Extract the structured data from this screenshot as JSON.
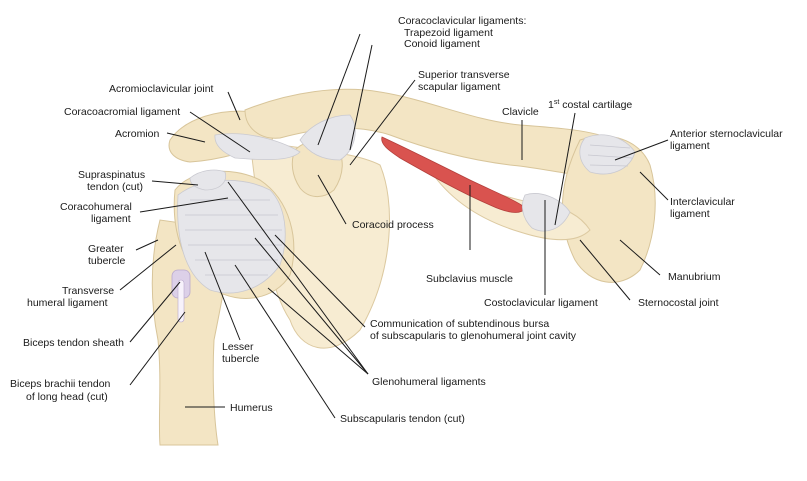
{
  "figure": {
    "labels": {
      "coracoclavicular": "Coracoclavicular ligaments:",
      "trapezoid": "Trapezoid ligament",
      "conoid": "Conoid ligament",
      "acromioclavicular_joint": "Acromioclavicular joint",
      "superior_transverse_1": "Superior transverse",
      "superior_transverse_2": "scapular ligament",
      "coracoacromial": "Coracoacromial ligament",
      "clavicle": "Clavicle",
      "costal_cartilage_sup": "st",
      "costal_cartilage_pre": "1",
      "costal_cartilage_post": " costal cartilage",
      "acromion": "Acromion",
      "anterior_sc_1": "Anterior sternoclavicular",
      "anterior_sc_2": "ligament",
      "supraspinatus_1": "Supraspinatus",
      "supraspinatus_2": "tendon (cut)",
      "interclavicular_1": "Interclavicular",
      "interclavicular_2": "ligament",
      "coracohumeral_1": "Coracohumeral",
      "coracohumeral_2": "ligament",
      "coracoid_process": "Coracoid process",
      "greater_tubercle_1": "Greater",
      "greater_tubercle_2": "tubercle",
      "manubrium": "Manubrium",
      "subclavius": "Subclavius muscle",
      "transverse_humeral_1": "Transverse",
      "transverse_humeral_2": "humeral ligament",
      "costoclavicular": "Costoclavicular ligament",
      "sternocostal": "Sternocostal joint",
      "communication_1": "Communication of subtendinous bursa",
      "communication_2": "of subscapularis to glenohumeral joint cavity",
      "biceps_sheath": "Biceps tendon sheath",
      "lesser_tubercle_1": "Lesser",
      "lesser_tubercle_2": "tubercle",
      "glenohumeral": "Glenohumeral ligaments",
      "biceps_brachii_1": "Biceps brachii tendon",
      "biceps_brachii_2": "of long head (cut)",
      "humerus": "Humerus",
      "subscapularis": "Subscapularis tendon (cut)"
    },
    "colors": {
      "bone": "#f3e5c4",
      "ligament": "#e6e6ea",
      "muscle": "#d9534f",
      "text": "#1a1a1a"
    }
  }
}
